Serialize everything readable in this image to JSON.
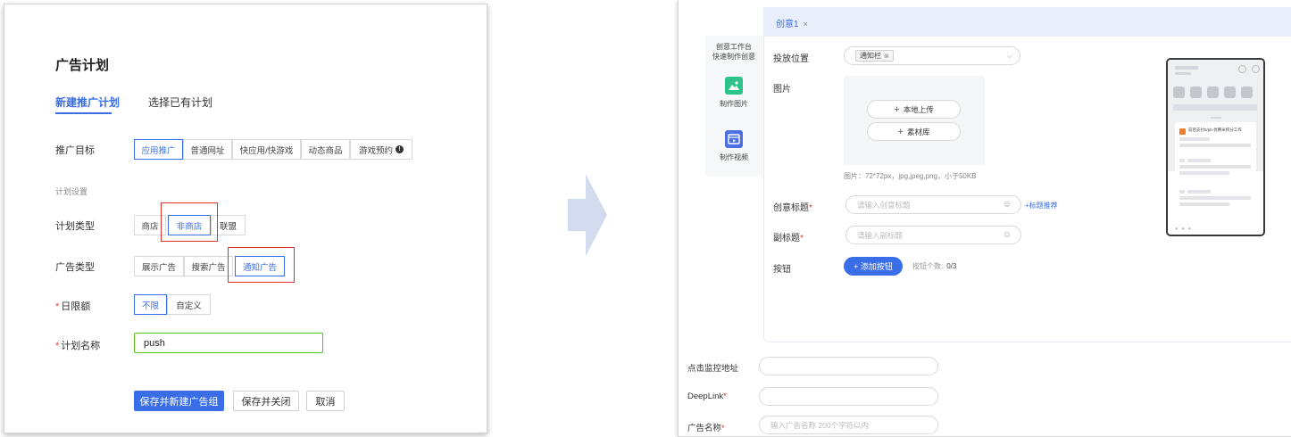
{
  "left": {
    "title": "广告计划",
    "tabs": [
      {
        "label": "新建推广计划",
        "active": true
      },
      {
        "label": "选择已有计划",
        "active": false
      }
    ],
    "promotion_target": {
      "label": "推广目标",
      "options": [
        "应用推广",
        "普通网址",
        "快应用/快游戏",
        "动态商品",
        "游戏预约"
      ],
      "selected": "应用推广",
      "info_glyph": "!"
    },
    "section_title": "计划设置",
    "plan_type": {
      "label": "计划类型",
      "options": [
        "商店",
        "非商店",
        "联盟"
      ],
      "selected": "非商店"
    },
    "ad_type": {
      "label": "广告类型",
      "options": [
        "展示广告",
        "搜索广告",
        "通知广告"
      ],
      "selected": "通知广告"
    },
    "daily_budget": {
      "required_mark": "*",
      "label": "日限额",
      "options": [
        "不限",
        "自定义"
      ],
      "selected": "不限"
    },
    "plan_name": {
      "required_mark": "*",
      "label": "计划名称",
      "value": "push"
    },
    "buttons": {
      "save_new_group": "保存并新建广告组",
      "save_close": "保存并关闭",
      "cancel": "取消"
    },
    "highlight_color": "#e0302c",
    "accent_color": "#3a6ee8"
  },
  "right": {
    "tab": {
      "label": "创意1",
      "close": "×"
    },
    "side_nav": {
      "head_line1": "创意工作台",
      "head_line2": "快速制作创意",
      "items": [
        {
          "label": "制作图片",
          "icon": "image-icon",
          "color": "#2fc38c"
        },
        {
          "label": "制作视频",
          "icon": "video-icon",
          "color": "#4b6fe0"
        }
      ]
    },
    "placement": {
      "label": "投放位置",
      "chip": "通知栏",
      "chip_close": "⊗",
      "chevron": "⌵"
    },
    "image": {
      "label": "图片",
      "upload_local": "本地上传",
      "material_lib": "素材库",
      "plus": "+",
      "hint": "图片：72*72px，jpg,jpeg,png，小于50KB"
    },
    "creative_title": {
      "label": "创意标题",
      "required_mark": "*",
      "placeholder": "请输入创意标题",
      "recommend_link": "+标题推荐"
    },
    "subtitle": {
      "label": "副标题",
      "required_mark": "*",
      "placeholder": "请输入副标题"
    },
    "button_field": {
      "label": "按钮",
      "add_label": "+ 添加按钮",
      "count_label": "按钮个数:",
      "count_value": "0/3"
    },
    "phone_preview": {
      "notice_text": "前后支付5/pb-优腾米积分工作"
    },
    "bottom_fields": [
      {
        "label": "点击监控地址",
        "required_mark": "",
        "placeholder": ""
      },
      {
        "label": "DeepLink",
        "required_mark": "*",
        "placeholder": ""
      },
      {
        "label": "广告名称",
        "required_mark": "*",
        "placeholder": "输入广告名称 200个字符以内"
      }
    ]
  },
  "arrow_color": "#d3dbee"
}
